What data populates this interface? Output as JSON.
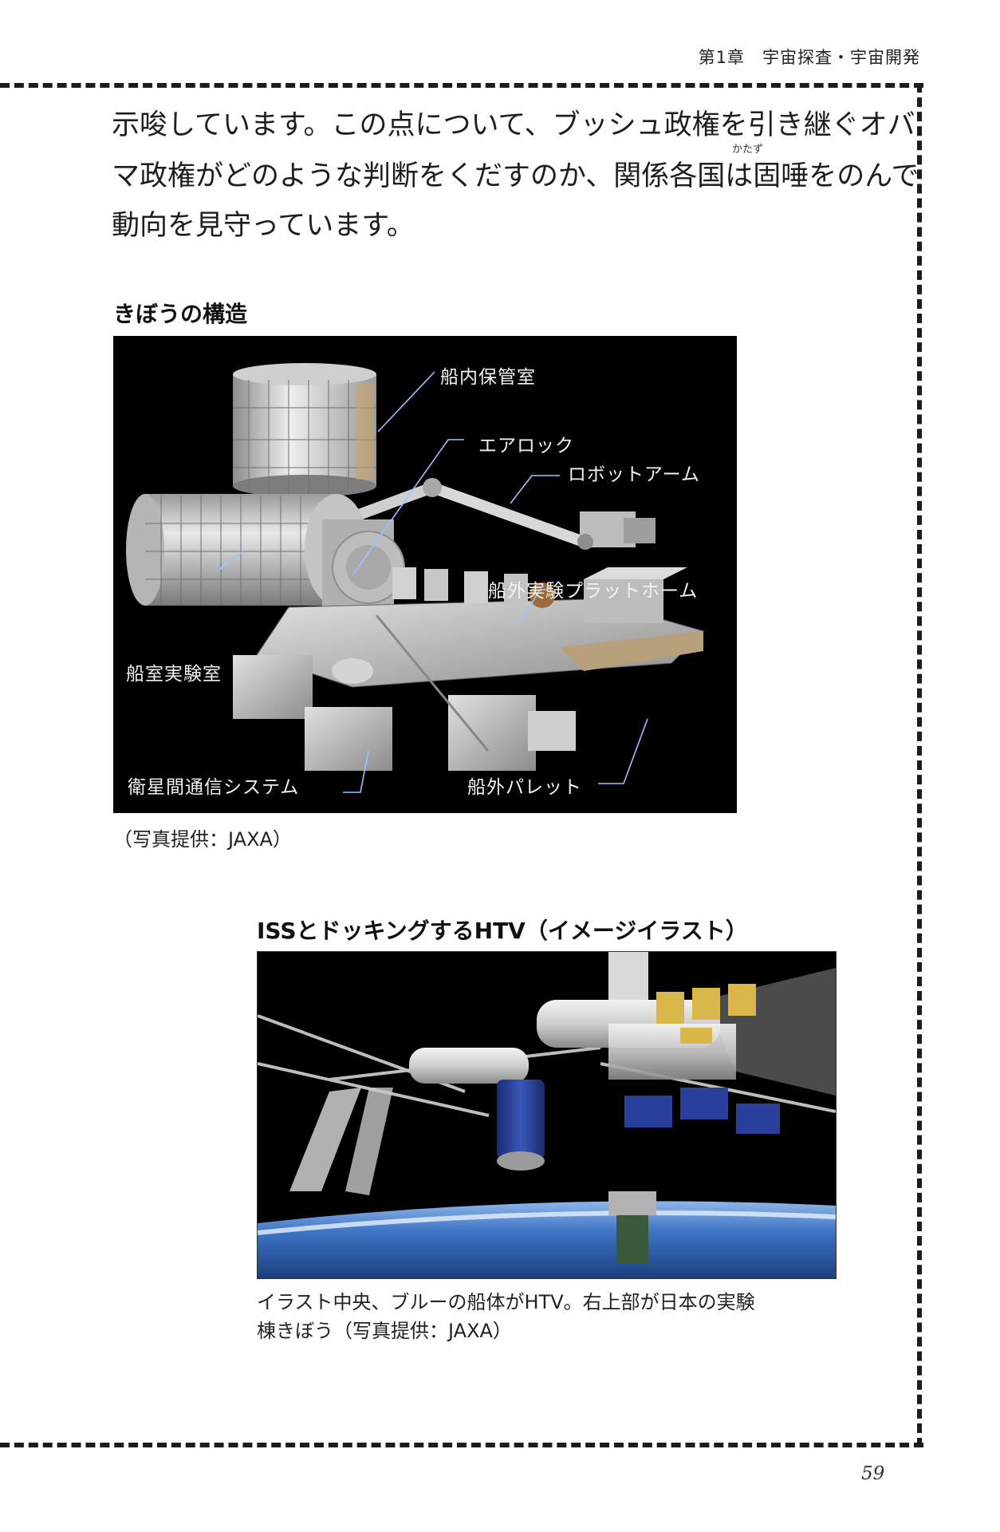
{
  "header": {
    "running_head": "第1章　宇宙探査・宇宙開発"
  },
  "body_paragraph": {
    "line1": "示唆しています。この点について、ブッシュ政権を引き継ぐオバ",
    "line2": "マ政権がどのような判断をくだすのか、関係各国は固唾をのんで",
    "line3": "動向を見守っています。",
    "ruby_katazu": "かたず"
  },
  "figure1": {
    "heading": "きぼうの構造",
    "labels": {
      "storage": "船内保管室",
      "airlock": "エアロック",
      "robot_arm": "ロボットアーム",
      "exposed_facility": "船外実験プラットホーム",
      "pressurized_module": "船室実験室",
      "comm_system": "衛星間通信システム",
      "exposed_pallet": "船外パレット"
    },
    "credit": "（写真提供：JAXA）"
  },
  "figure2": {
    "heading": "ISSとドッキングするHTV（イメージイラスト）",
    "caption_line1": "イラスト中央、ブルーの船体がHTV。右上部が日本の実験",
    "caption_line2": "棟きぼう（写真提供：JAXA）"
  },
  "footer": {
    "page_number": "59"
  },
  "colors": {
    "figure_background": "#000000",
    "label_text": "#f2f2f2",
    "htv_blue": "#2a3f9a",
    "earth_blue": "#3d73c4"
  }
}
